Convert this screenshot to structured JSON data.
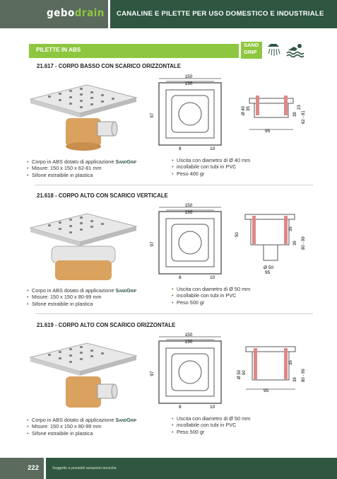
{
  "header": {
    "logo_part1": "gebo",
    "logo_part2": "drain",
    "title": "CANALINE E PILETTE PER USO DOMESTICO E INDUSTRIALE"
  },
  "section": {
    "title": "PILETTE IN ABS",
    "badge_line1": "SAND",
    "badge_line2": "GRIP",
    "icons": [
      "shower-icon",
      "swimmer-icon"
    ]
  },
  "products": [
    {
      "title": "21.617 - CORPO BASSO CON SCARICO ORIZZONTALE",
      "left": [
        "Corpo in ABS dotato di applicazione",
        "Misure: 150 x 150 x 62-81 mm",
        "Sifone estraibile in plastica"
      ],
      "sandgrip": "SandGrip",
      "right": [
        "Uscita con diametro di Ø 40 mm",
        "incollabile con tubi in PVC",
        "Peso 400 gr"
      ],
      "dims": {
        "w150": "150",
        "w130": "130",
        "h97": "97",
        "d8": "8",
        "d10": "10",
        "pipe1": "Ø 40",
        "pipe2": "35",
        "side": "95",
        "hA": "39",
        "hB": "62 - 81",
        "hC": "23"
      }
    },
    {
      "title": "21.618 - CORPO ALTO CON SCARICO VERTICALE",
      "left": [
        "Corpo in ABS dotato di applicazione",
        "Misure: 150 x 150 x 80-99 mm",
        "Sifone estraibile in plastica"
      ],
      "sandgrip": "SandGrip",
      "right": [
        "Uscita con diametro di Ø 50 mm",
        "incollabile con tubi in PVC",
        "Peso 500 gr"
      ],
      "dims": {
        "w150": "150",
        "w130": "130",
        "h97": "97",
        "d8": "8",
        "d10": "10",
        "pipe1": "Ø 50",
        "pipe2": "50",
        "side": "95",
        "hA": "39",
        "hB": "80 - 99",
        "hC": "35"
      }
    },
    {
      "title": "21.619 - CORPO ALTO CON SCARICO ORIZZONTALE",
      "left": [
        "Corpo in ABS dotato di applicazione",
        "Misure: 150 x 150 x 80-99 mm",
        "Sifone estraibile in plastica"
      ],
      "sandgrip": "SandGrip",
      "right": [
        "Uscita con diametro di Ø 50 mm",
        "incollabile con tubi in PVC",
        "Peso 500 gr"
      ],
      "dims": {
        "w150": "150",
        "w130": "130",
        "h97": "97",
        "d8": "8",
        "d10": "10",
        "pipe1": "Ø 50",
        "pipe2": "50",
        "side": "95",
        "hA": "39",
        "hB": "80 - 99",
        "hC": "35"
      }
    }
  ],
  "footer": {
    "page_number": "222",
    "note": "Soggetto a possibili variazioni tecniche"
  },
  "colors": {
    "brand_dark": "#2e5641",
    "brand_green": "#8ec63f",
    "logo_bg": "#5a6b5e"
  }
}
